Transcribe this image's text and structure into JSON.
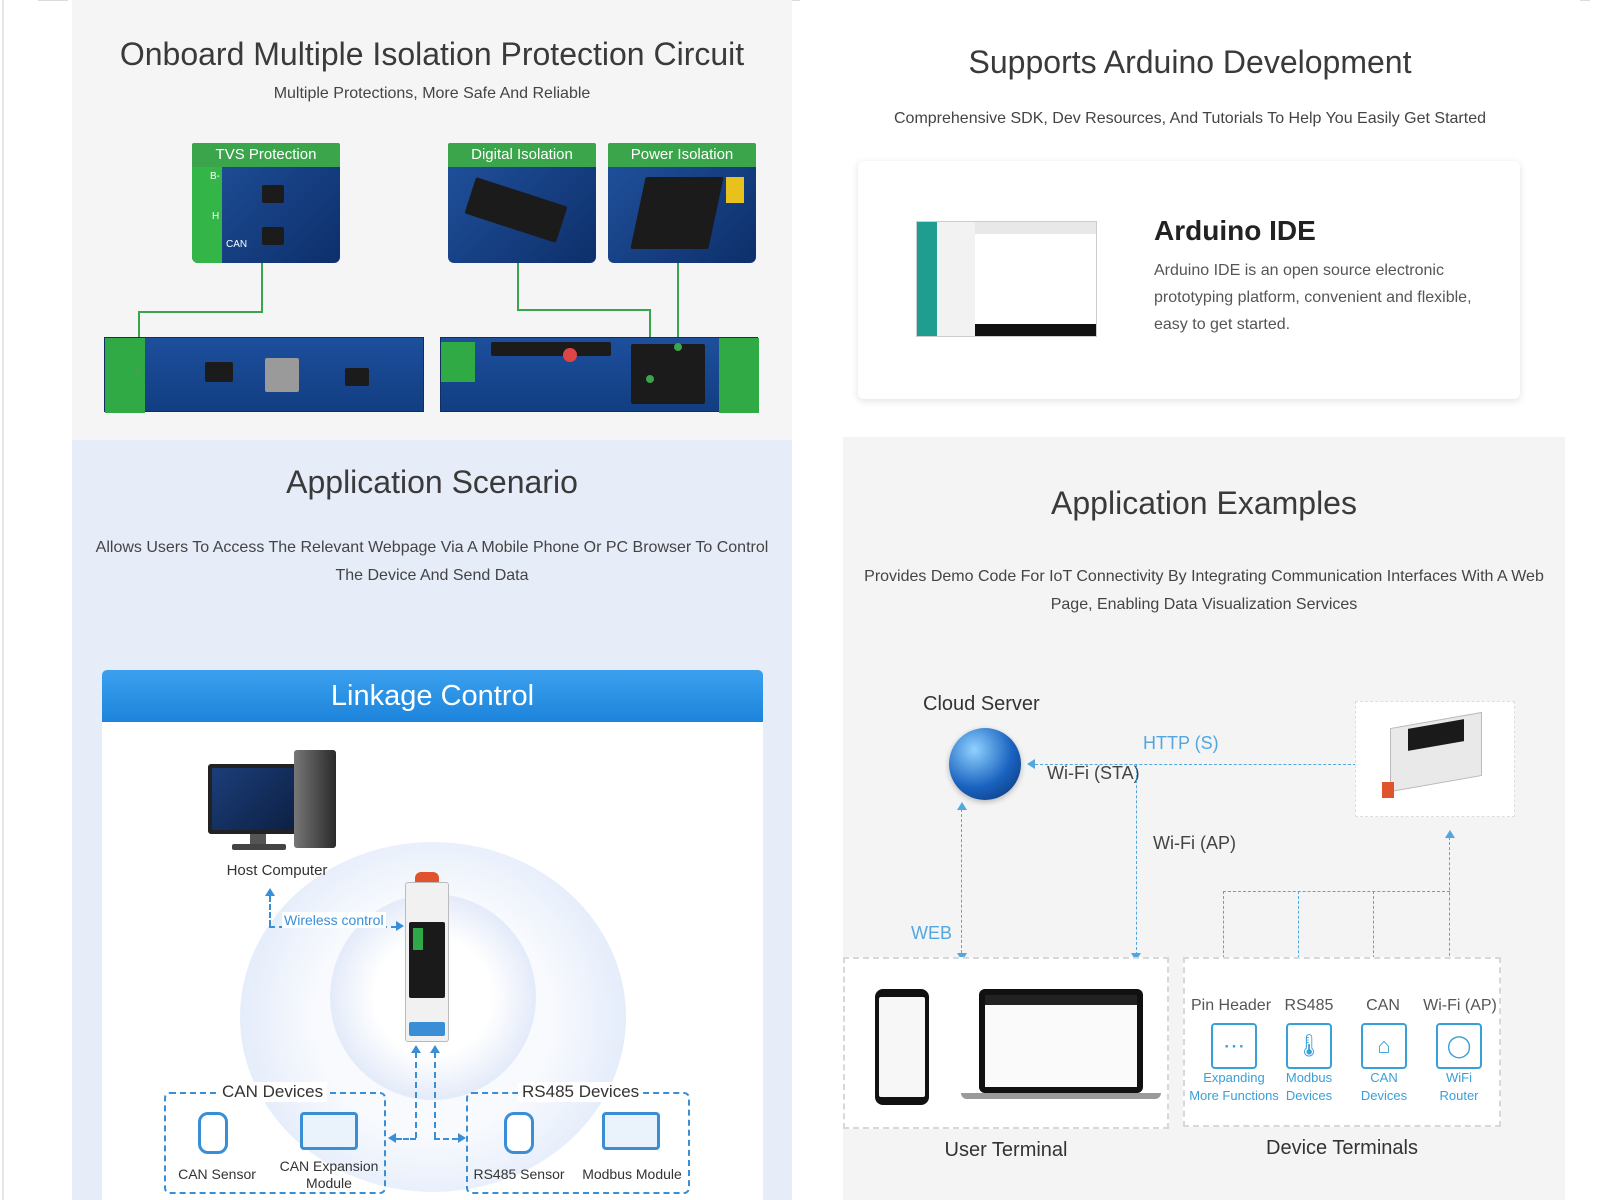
{
  "isolation": {
    "title": "Onboard Multiple Isolation Protection Circuit",
    "subtitle": "Multiple Protections, More Safe And Reliable",
    "tags": [
      "TVS Protection",
      "Digital Isolation",
      "Power Isolation"
    ],
    "silk": {
      "b_minus": "B-",
      "h": "H",
      "can": "CAN"
    }
  },
  "arduino": {
    "title": "Supports Arduino Development",
    "subtitle": "Comprehensive SDK, Dev Resources, And Tutorials To Help You Easily Get Started",
    "card_title": "Arduino IDE",
    "card_text": "Arduino IDE is an open source electronic prototyping platform, convenient and flexible, easy to get started."
  },
  "scenario": {
    "title": "Application Scenario",
    "subtitle": "Allows Users To Access The Relevant Webpage Via A Mobile Phone Or PC Browser To Control The Device And Send Data",
    "banner": "Linkage Control",
    "host_label": "Host Computer",
    "wireless_label": "Wireless control",
    "can_group": "CAN Devices",
    "rs485_group": "RS485 Devices",
    "devices": [
      "CAN Sensor",
      "CAN Expansion Module",
      "RS485 Sensor",
      "Modbus Module"
    ]
  },
  "examples": {
    "title": "Application Examples",
    "subtitle": "Provides Demo Code For IoT Connectivity By Integrating Communication Interfaces With A Web Page, Enabling Data Visualization Services",
    "cloud_server": "Cloud Server",
    "http": "HTTP (S)",
    "wifi_sta": "Wi-Fi (STA)",
    "wifi_ap": "Wi-Fi (AP)",
    "web": "WEB",
    "user_terminal": "User Terminal",
    "device_terminals": "Device Terminals",
    "columns": [
      {
        "head": "Pin Header",
        "label": "Expanding\nMore Functions",
        "icon": "dots-icon"
      },
      {
        "head": "RS485",
        "label": "Modbus\nDevices",
        "icon": "thermometer-icon"
      },
      {
        "head": "CAN",
        "label": "CAN\nDevices",
        "icon": "chat-icon"
      },
      {
        "head": "Wi-Fi (AP)",
        "label": "WiFi\nRouter",
        "icon": "bulb-icon"
      }
    ]
  },
  "colors": {
    "green": "#3aa54a",
    "blue": "#3a8ed6",
    "banner": "#1c84db"
  }
}
